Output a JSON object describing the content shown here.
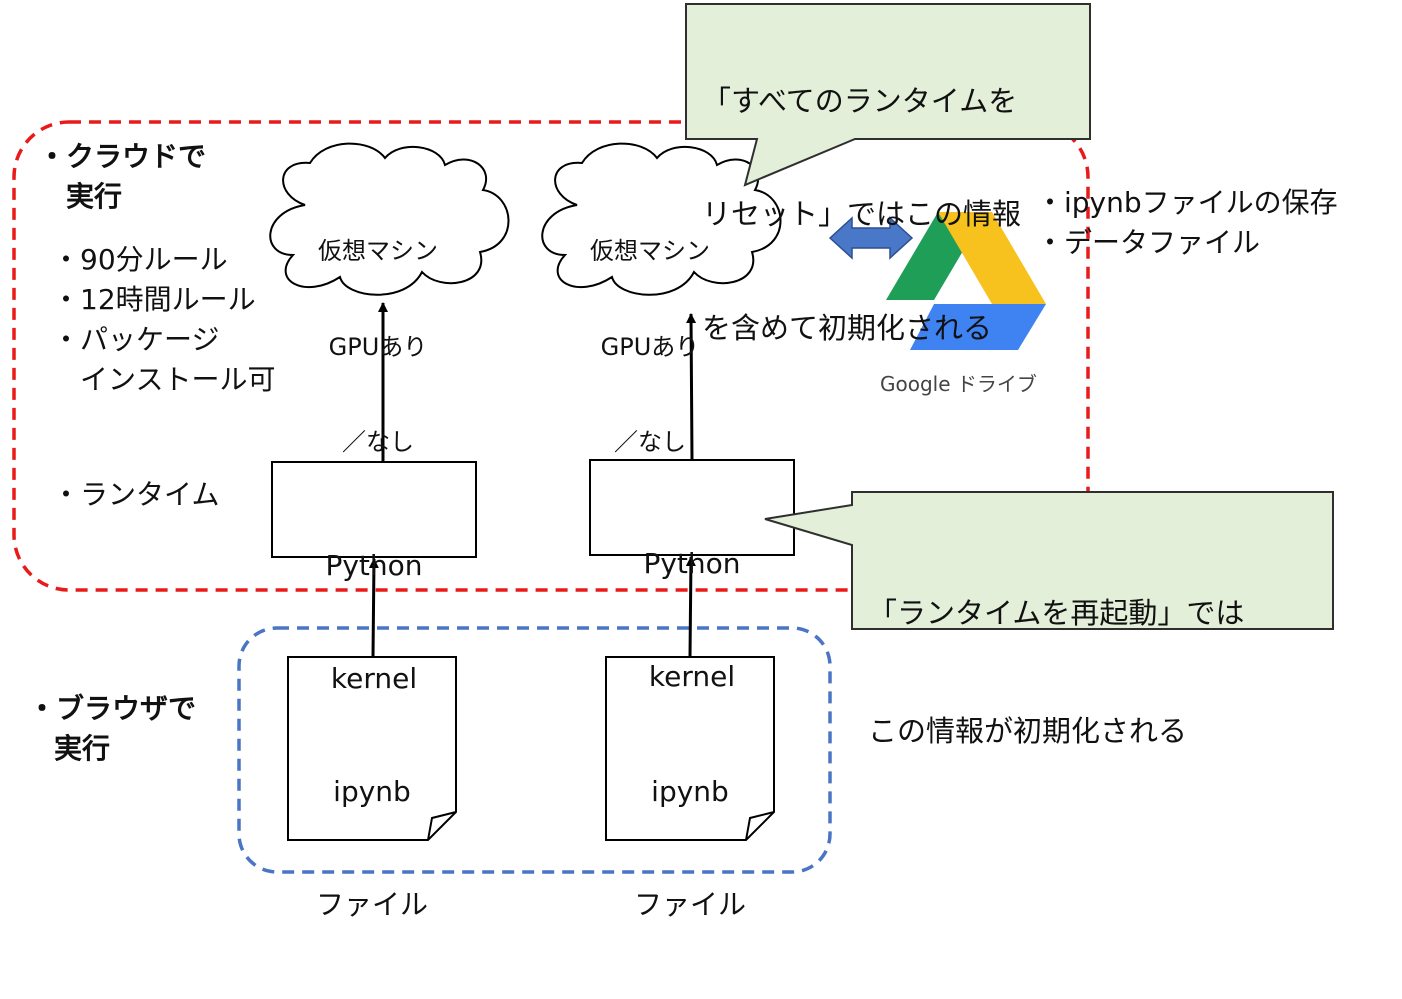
{
  "colors": {
    "cloud_region_border": "#e81a1a",
    "browser_region_border": "#4a74c4",
    "callout_fill": "#e3efd9",
    "callout_border": "#2f2f2f",
    "sync_arrow": "#4a78c8",
    "drive_green": "#1e9e57",
    "drive_yellow": "#f7c21d",
    "drive_blue": "#3f82f2"
  },
  "cloud_section": {
    "title_line1": "・クラウドで",
    "title_line2": "実行",
    "rules": [
      "・90分ルール",
      "・12時間ルール",
      "・パッケージ",
      "インストール可"
    ],
    "runtime_label": "・ランタイム"
  },
  "browser_section": {
    "title_line1": "・ブラウザで",
    "title_line2": "実行"
  },
  "vms": [
    {
      "line1": "仮想マシン",
      "line2": "GPUあり",
      "line3": "／なし"
    },
    {
      "line1": "仮想マシン",
      "line2": "GPUあり",
      "line3": "／なし"
    }
  ],
  "kernels": [
    {
      "line1": "Python",
      "line2": "kernel"
    },
    {
      "line1": "Python",
      "line2": "kernel"
    }
  ],
  "files": [
    {
      "line1": "ipynb",
      "line2": "ファイル"
    },
    {
      "line1": "ipynb",
      "line2": "ファイル"
    }
  ],
  "callouts": {
    "reset_all": {
      "line1": "「すべてのランタイムを",
      "line2": "リセット」ではこの情報",
      "line3": "を含めて初期化される"
    },
    "restart": {
      "line1": "「ランタイムを再起動」では",
      "line2": "この情報が初期化される"
    }
  },
  "drive": {
    "name": "Google ドライブ",
    "icon": "google-drive-logo",
    "items": [
      "・ipynbファイルの保存",
      "・データファイル"
    ]
  }
}
